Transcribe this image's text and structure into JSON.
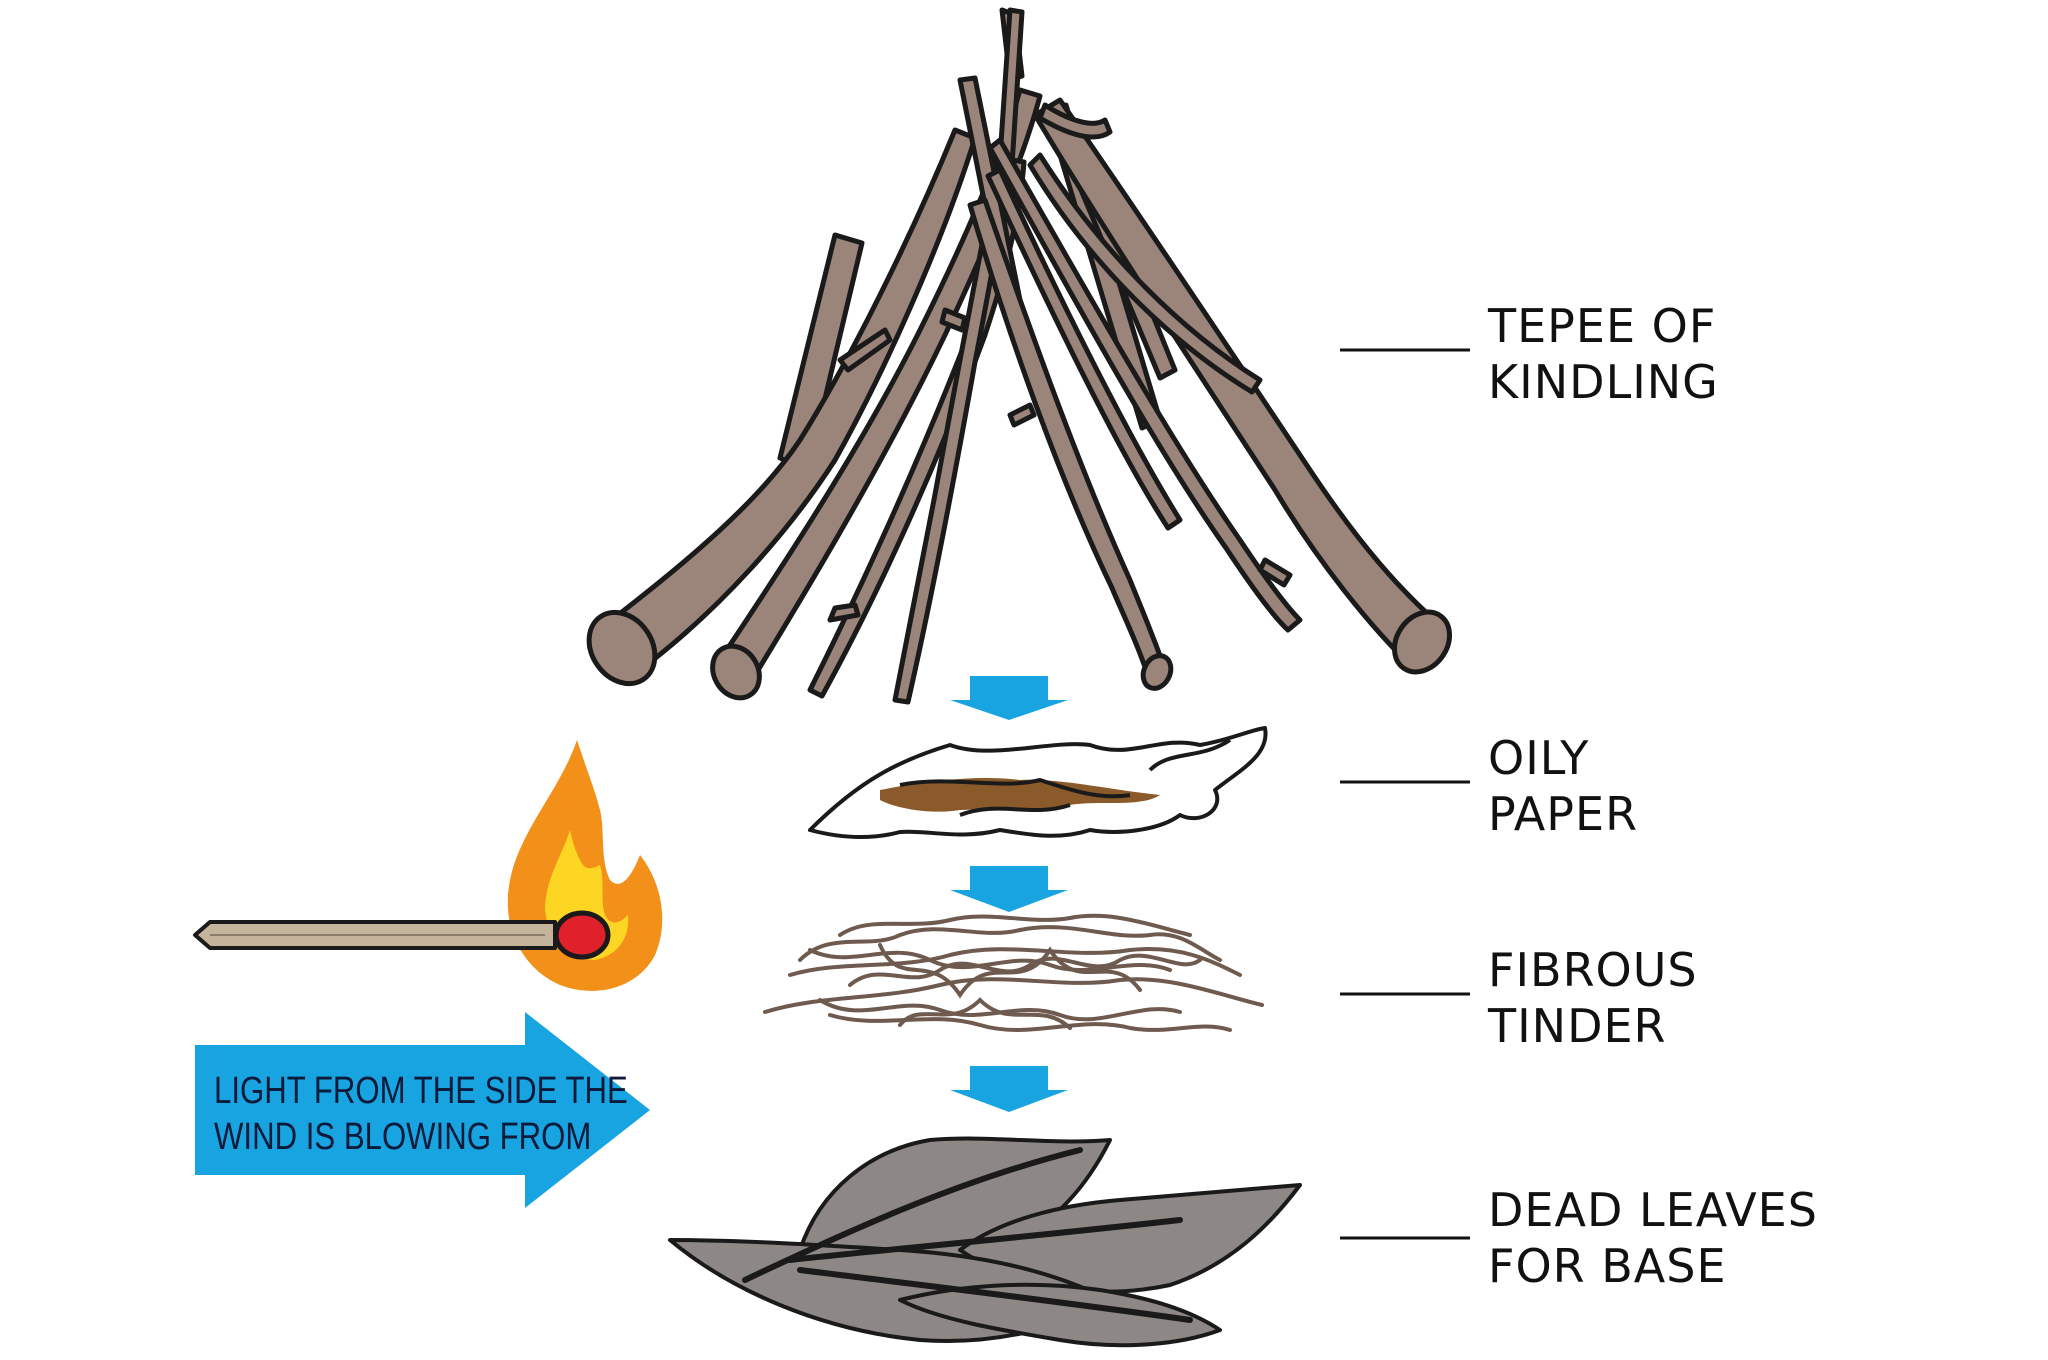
{
  "layers": [
    {
      "id": "kindling",
      "line1": "TEPEE OF",
      "line2": "KINDLING"
    },
    {
      "id": "paper",
      "line1": "OILY",
      "line2": "PAPER"
    },
    {
      "id": "tinder",
      "line1": "FIBROUS",
      "line2": "TINDER"
    },
    {
      "id": "leaves",
      "line1": "DEAD LEAVES",
      "line2": "FOR BASE"
    }
  ],
  "wind_arrow": {
    "line1": "LIGHT FROM THE SIDE THE",
    "line2": "WIND IS BLOWING FROM"
  },
  "colors": {
    "wood": "#9b857a",
    "outline": "#1a1a1a",
    "arrow_blue": "#18a4e0",
    "paper_stain": "#8b5a2b",
    "leaf": "#8d8885",
    "match_stick": "#c4b49c",
    "match_head": "#e0202a",
    "flame_outer": "#f39019",
    "flame_inner": "#fcd623"
  },
  "icons": [
    "kindling-sticks",
    "oily-paper",
    "fibrous-tinder",
    "dead-leaves",
    "match-icon",
    "flame-icon",
    "down-arrow-icon",
    "right-arrow-icon"
  ]
}
